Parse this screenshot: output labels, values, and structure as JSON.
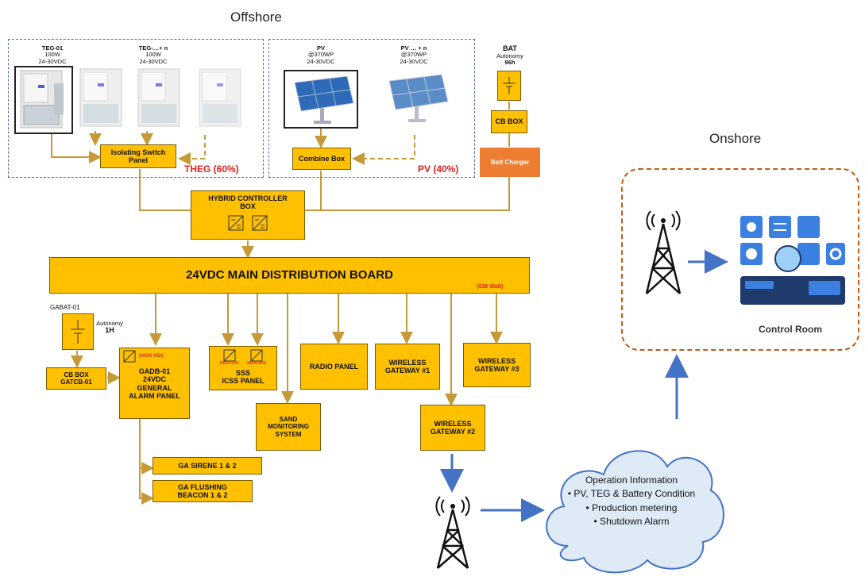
{
  "headings": {
    "offshore": "Offshore",
    "onshore": "Onshore"
  },
  "teg": {
    "unit1": {
      "name": "TEG-01",
      "power": "100W",
      "voltage": "24-30VDC"
    },
    "unitn": {
      "name": "TEG-…+ n",
      "power": "100W",
      "voltage": "24-30VDC"
    },
    "switch_panel": "Isolating Switch Panel",
    "share": "THEG (60%)"
  },
  "pv": {
    "unit1": {
      "name": "PV",
      "power": "@370WP",
      "voltage": "24-30VDC"
    },
    "unitn": {
      "name": "PV … + n",
      "power": "@370WP",
      "voltage": "24-30VDC"
    },
    "combine": "Combine Box",
    "share": "PV (40%)"
  },
  "battery": {
    "name": "BAT",
    "autonomy": "Autonomy",
    "hours": "96h",
    "cb_box": "CB BOX",
    "charger": "Batt Charger"
  },
  "hybrid": {
    "label1": "HYBRID CONTROLLER",
    "label2": "BOX"
  },
  "main_board": {
    "label": "24VDC MAIN DISTRIBUTION BOARD",
    "watt": "(838 Watt)"
  },
  "ga": {
    "bat_name": "GABAT-01",
    "autonomy": "Autonomy",
    "hours": "1H",
    "cb_box": "CB BOX",
    "cb_id": "GATCB-01",
    "panel_conv": "24/24 VDC",
    "panel_id": "GADB-01",
    "panel_l1": "24VDC",
    "panel_l2": "GENERAL",
    "panel_l3": "ALARM PANEL",
    "sirene": "GA SIRENE 1 & 2",
    "beacon_l1": "GA FLUSHING",
    "beacon_l2": "BEACON 1 & 2"
  },
  "sss": {
    "conv1": "24/24 VDC",
    "conv2": "24/24 VDC",
    "label1": "SSS",
    "label2": "ICSS PANEL"
  },
  "sand": {
    "l1": "SAND",
    "l2": "MONITORING",
    "l3": "SYSTEM"
  },
  "radio": "RADIO PANEL",
  "gateways": {
    "g1_l1": "WIRELESS",
    "g1_l2": "GATEWAY #1",
    "g2_l1": "WIRELESS",
    "g2_l2": "GATEWAY #2",
    "g3_l1": "WIRELESS",
    "g3_l2": "GATEWAY #3"
  },
  "cloud": {
    "title": "Operation Information",
    "bullets": [
      "PV, TEG & Battery Condition",
      "Production metering",
      "Shutdown Alarm"
    ]
  },
  "control_room": "Control Room",
  "colors": {
    "box": "#FFC000",
    "wire": "#C59B3A",
    "arrow": "#4472C4",
    "onshore_border": "#C55A11",
    "charger": "#ED7D31"
  }
}
